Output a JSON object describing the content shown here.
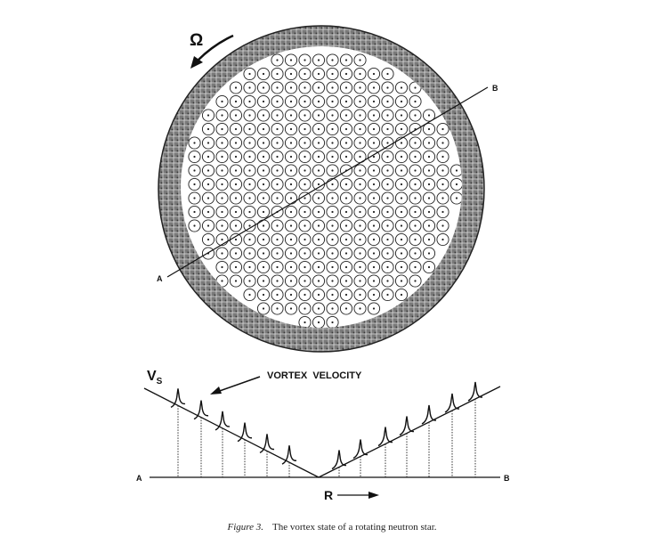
{
  "star_diagram": {
    "omega_label": "Ω",
    "point_a": "A",
    "point_b": "B"
  },
  "velocity_profile": {
    "vs_label": "V",
    "vs_subscript": "S",
    "annotation": "VORTEX  VELOCITY",
    "axis_left": "A",
    "axis_right": "B",
    "r_label": "R"
  },
  "caption": {
    "figure_label": "Figure 3.",
    "text": "The vortex state of a rotating neutron star."
  },
  "colors": {
    "ink": "#111111",
    "crust_fill": "#6e6e6e"
  }
}
